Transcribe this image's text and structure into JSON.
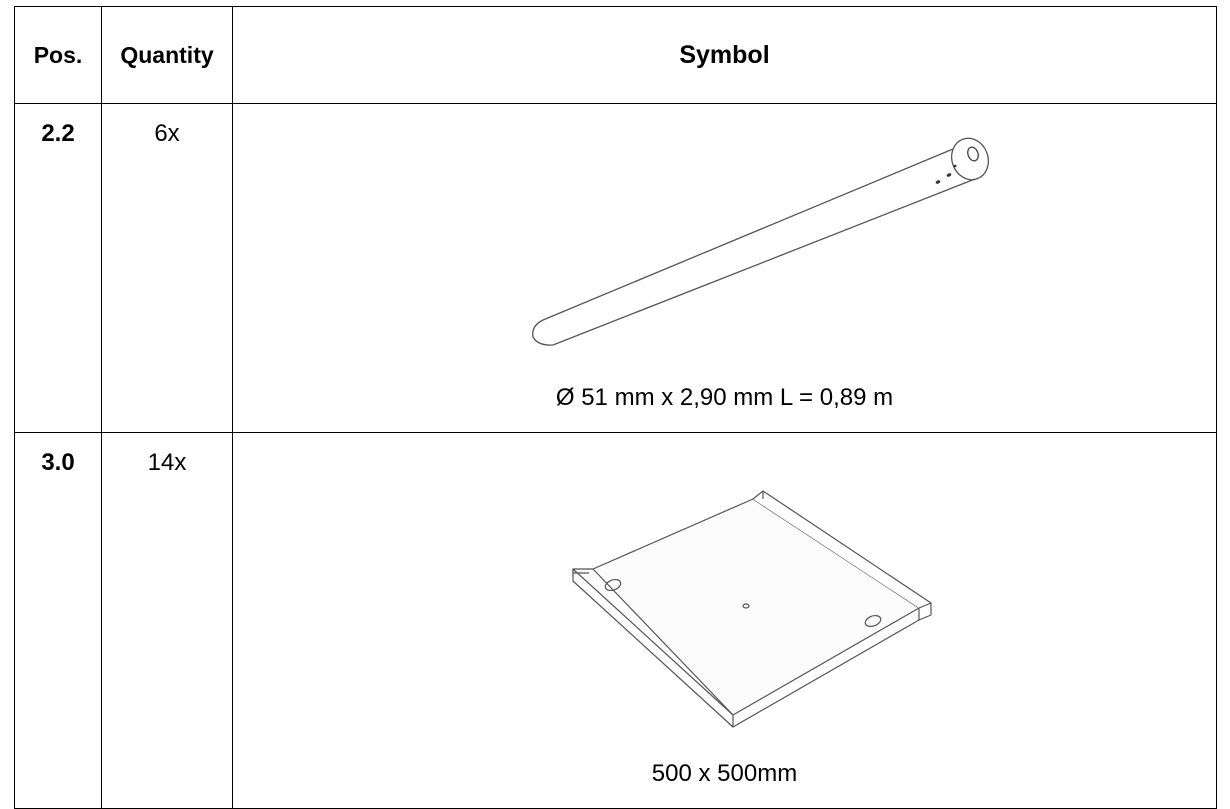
{
  "header": {
    "pos": "Pos.",
    "quantity": "Quantity",
    "symbol": "Symbol"
  },
  "rows": [
    {
      "pos": "2.2",
      "quantity": "6x",
      "symbol_icon": "tube-icon",
      "caption": "Ø 51 mm x 2,90 mm L = 0,89 m"
    },
    {
      "pos": "3.0",
      "quantity": "14x",
      "symbol_icon": "base-plate-icon",
      "caption": "500 x 500mm"
    }
  ]
}
